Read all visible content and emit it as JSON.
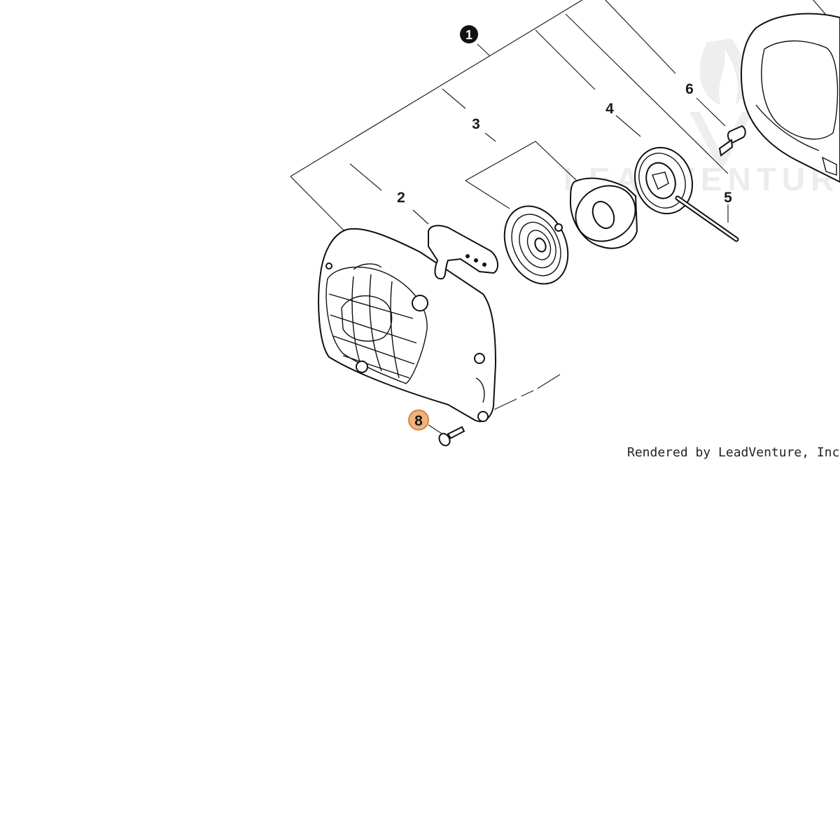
{
  "diagram": {
    "callouts": {
      "c1": "1",
      "c2": "2",
      "c3": "3",
      "c4": "4",
      "c5": "5",
      "c6": "6",
      "c8": "8"
    },
    "highlight_color": "#f0b27f",
    "highlight_stroke": "#d9843f",
    "credit": "Rendered by LeadVenture, Inc.",
    "watermark": "LEADVENTURE"
  }
}
